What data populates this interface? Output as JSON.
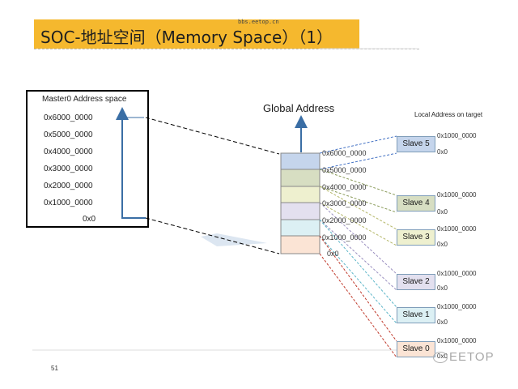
{
  "header": {
    "title": "SOC-地址空间（Memory Space）（1）",
    "watermark": "bbs.eetop.cn"
  },
  "master": {
    "title": "Master0 Address space",
    "addresses": [
      "0x6000_0000",
      "0x5000_0000",
      "0x4000_0000",
      "0x3000_0000",
      "0x2000_0000",
      "0x1000_0000",
      "0x0"
    ]
  },
  "global": {
    "label": "Global Address",
    "addresses": [
      "0x6000_0000",
      "0x5000_0000",
      "0x4000_0000",
      "0x3000_0000",
      "0x2000_0000",
      "0x1000_0000",
      "0x0"
    ],
    "region_colors": [
      "#c5d5ec",
      "#d7dec2",
      "#eef0cf",
      "#e3e0ef",
      "#dcf0f4",
      "#fbe4d5"
    ]
  },
  "local": {
    "label": "Local Address on target",
    "slaves": [
      {
        "name": "Slave 5",
        "top": "0x1000_0000",
        "bottom": "0x0",
        "color": "#c5d5ec"
      },
      {
        "name": "Slave 4",
        "top": "0x1000_0000",
        "bottom": "0x0",
        "color": "#d7dec2"
      },
      {
        "name": "Slave 3",
        "top": "0x1000_0000",
        "bottom": "0x0",
        "color": "#eef0cf"
      },
      {
        "name": "Slave 2",
        "top": "0x1000_0000",
        "bottom": "0x0",
        "color": "#e3e0ef"
      },
      {
        "name": "Slave 1",
        "top": "0x1000_0000",
        "bottom": "0x0",
        "color": "#dcf0f4"
      },
      {
        "name": "Slave 0",
        "top": "0x1000_0000",
        "bottom": "0x0",
        "color": "#fbe4d5"
      }
    ]
  },
  "footer": {
    "page": "51",
    "logo": "EETOP"
  }
}
